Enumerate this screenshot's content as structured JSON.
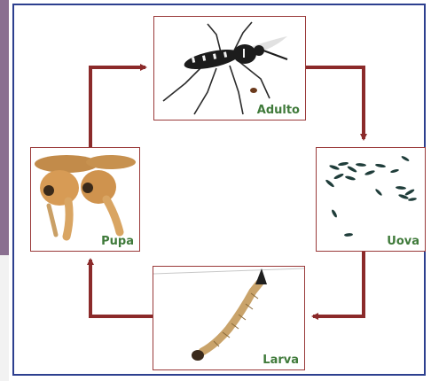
{
  "diagram": {
    "stages": {
      "adult": "Adulto",
      "eggs": "Uova",
      "larva": "Larva",
      "pupa": "Pupa"
    },
    "colors": {
      "frame": "#2d3f8f",
      "arrow": "#8b2a2a",
      "label": "#3f7a3a",
      "panel_border": "#9a3a3a"
    },
    "cycle_order": [
      "adult",
      "eggs",
      "larva",
      "pupa"
    ]
  }
}
